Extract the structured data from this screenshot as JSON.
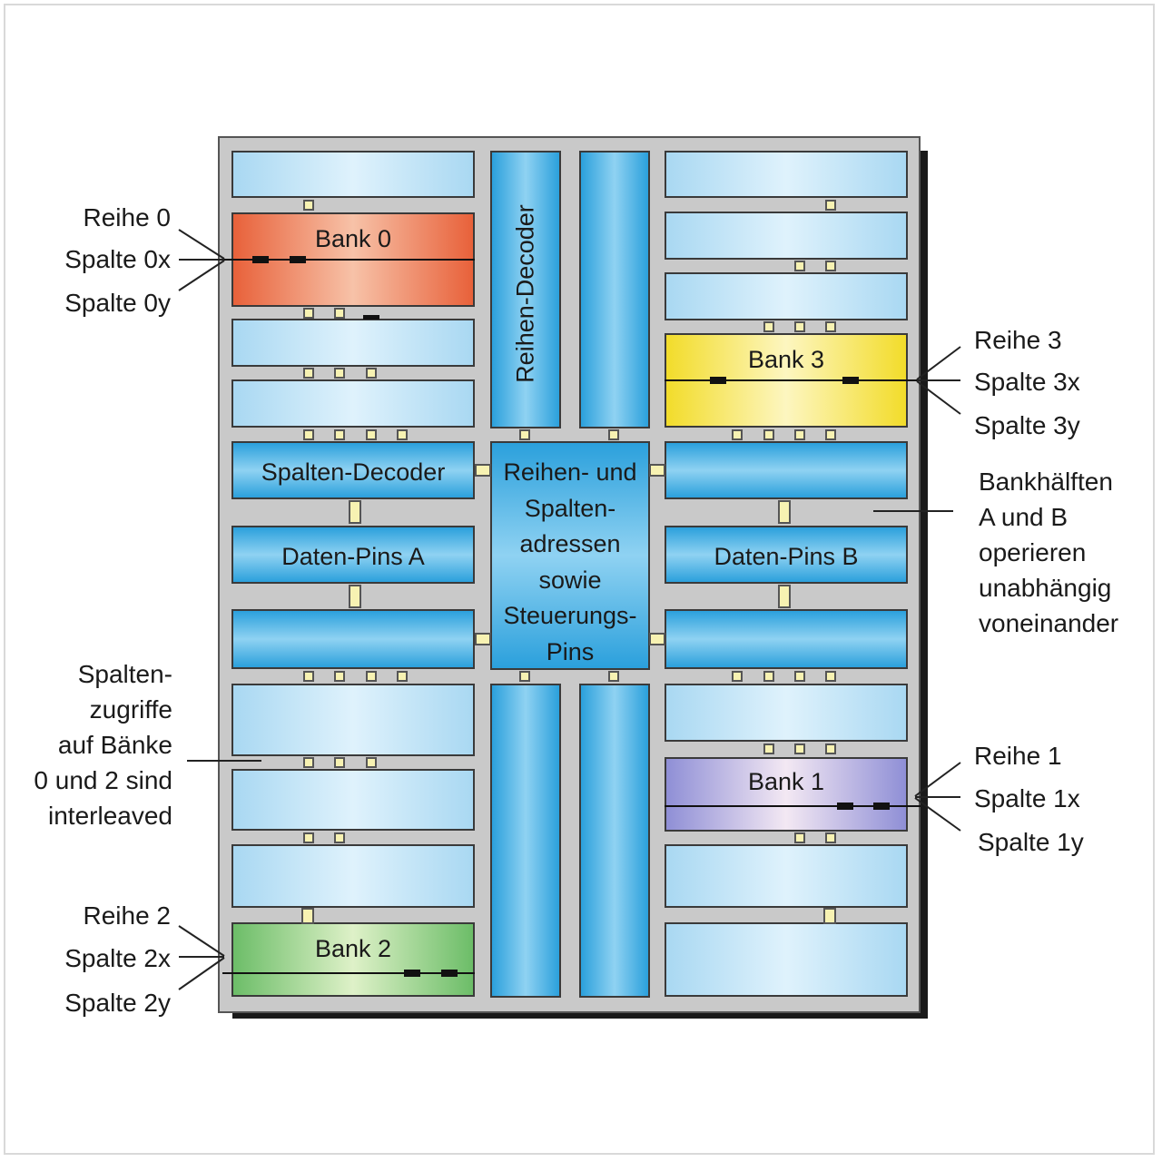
{
  "chip": {
    "bank0": "Bank 0",
    "bank1": "Bank 1",
    "bank2": "Bank 2",
    "bank3": "Bank 3",
    "row_decoder": "Reihen-Decoder",
    "col_decoder": "Spalten-Decoder",
    "data_pins_a": "Daten-Pins A",
    "data_pins_b": "Daten-Pins B",
    "center_lines": [
      "Reihen- und",
      "Spalten-",
      "adressen",
      "sowie",
      "Steuerungs-",
      "Pins"
    ]
  },
  "labels": {
    "bank0": [
      "Reihe 0",
      "Spalte 0x",
      "Spalte 0y"
    ],
    "bank3": [
      "Reihe 3",
      "Spalte 3x",
      "Spalte 3y"
    ],
    "bank1": [
      "Reihe 1",
      "Spalte 1x",
      "Spalte 1y"
    ],
    "bank2": [
      "Reihe 2",
      "Spalte 2x",
      "Spalte 2y"
    ],
    "halves_note": [
      "Bankhälften",
      "A und B",
      "operieren",
      "unabhängig",
      "voneinander"
    ],
    "interleave_note": [
      "Spalten-",
      "zugriffe",
      "auf Bänke",
      "0 und 2 sind",
      "interleaved"
    ]
  },
  "colors": {
    "bank0": "#e8613a",
    "bank1": "#8f8fd6",
    "bank2": "#6cbd68",
    "bank3": "#f2dc2a",
    "cell": "#a9d8f2",
    "bus": "#2ba0dc"
  }
}
